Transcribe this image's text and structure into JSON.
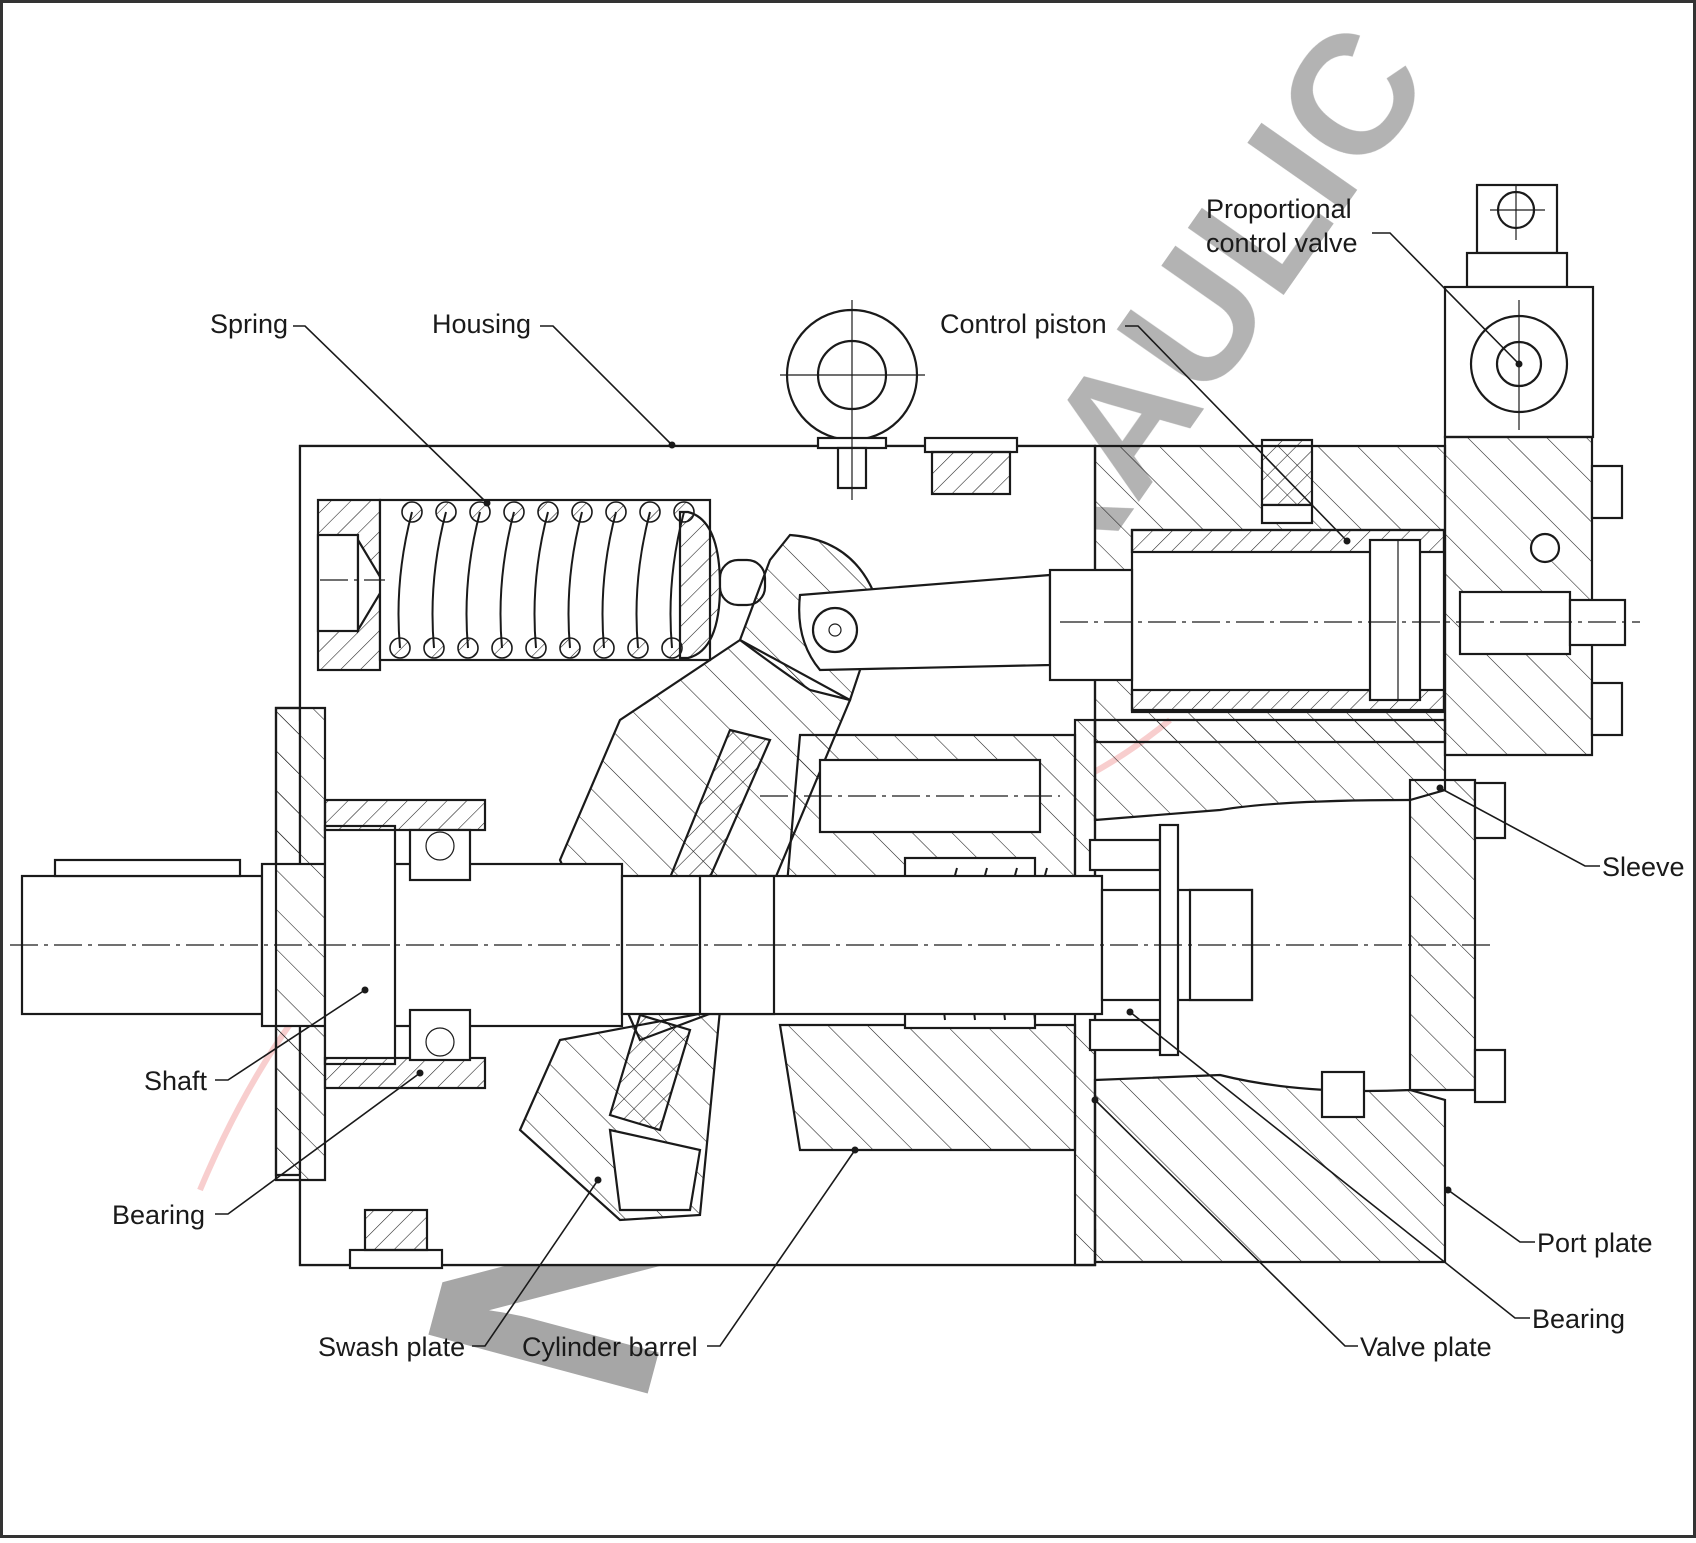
{
  "labels": {
    "proportional_control_valve_line1": "Proportional",
    "proportional_control_valve_line2": "control valve",
    "spring": "Spring",
    "housing": "Housing",
    "control_piston": "Control piston",
    "sleeve": "Sleeve",
    "shaft": "Shaft",
    "bearing_left": "Bearing",
    "port_plate": "Port plate",
    "bearing_right": "Bearing",
    "swash_plate": "Swash plate",
    "cylinder_barrel": "Cylinder barrel",
    "valve_plate": "Valve plate"
  },
  "watermark": {
    "left_text": "NHS",
    "right_text": "HYDRAULIC",
    "left_color": "#a9c4e0",
    "right_color": "#f3a7a7"
  },
  "colors": {
    "line": "#1a1a1a",
    "background": "#ffffff"
  }
}
